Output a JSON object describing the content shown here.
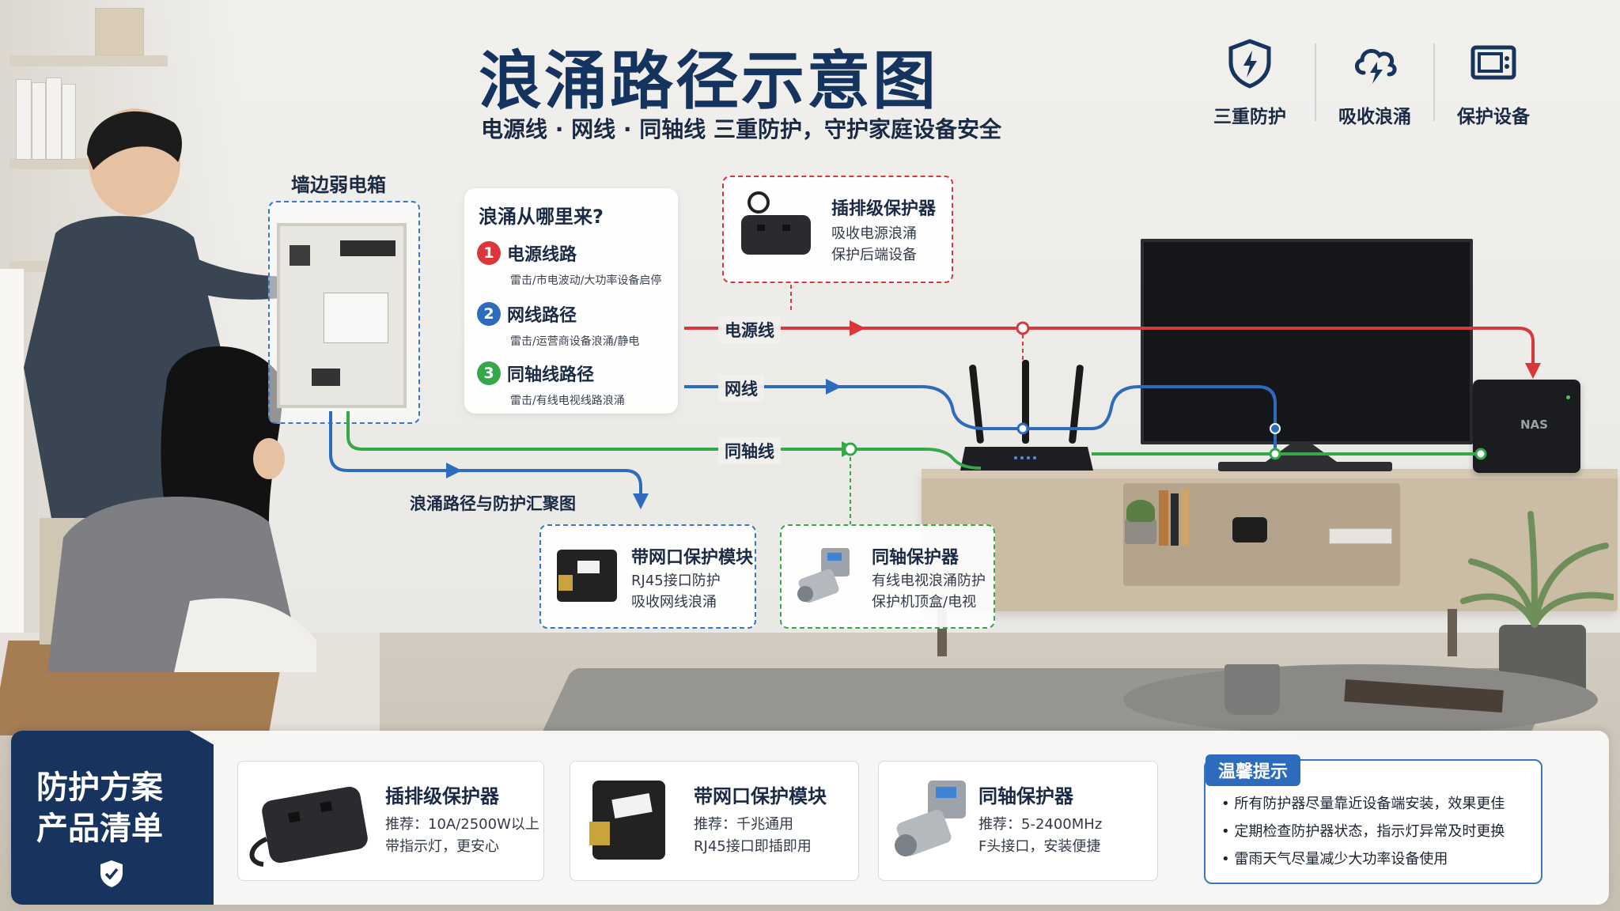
{
  "header": {
    "title": "浪涌路径示意图",
    "subtitle": "电源线 · 网线 · 同轴线 三重防护，守护家庭设备安全",
    "features": [
      {
        "icon": "shield-bolt-icon",
        "label": "三重防护"
      },
      {
        "icon": "cloud-bolt-icon",
        "label": "吸收浪涌"
      },
      {
        "icon": "device-protect-icon",
        "label": "保护设备"
      }
    ]
  },
  "weak_box": {
    "label": "墙边弱电箱"
  },
  "sources": {
    "heading": "浪涌从哪里来?",
    "items": [
      {
        "num": "1",
        "name": "电源线路",
        "desc": "雷击/市电波动/大功率设备启停",
        "color": "#d9373a"
      },
      {
        "num": "2",
        "name": "网线路径",
        "desc": "雷击/运营商设备浪涌/静电",
        "color": "#2d6bbd"
      },
      {
        "num": "3",
        "name": "同轴线路径",
        "desc": "雷击/有线电视线路浪涌",
        "color": "#35a84a"
      }
    ]
  },
  "lines": {
    "power": {
      "label": "电源线",
      "color": "#d9373a"
    },
    "network": {
      "label": "网线",
      "color": "#2d6bbd"
    },
    "coax": {
      "label": "同轴线",
      "color": "#35a84a"
    },
    "summary": "浪涌路径与防护汇聚图"
  },
  "devices": {
    "nas": "NAS"
  },
  "callouts": {
    "power_strip": {
      "title": "插排级保护器",
      "lines": [
        "吸收电源浪涌",
        "保护后端设备"
      ]
    },
    "net_module": {
      "title": "带网口保护模块",
      "lines": [
        "RJ45接口防护",
        "吸收网线浪涌"
      ]
    },
    "coax_protector": {
      "title": "同轴保护器",
      "lines": [
        "有线电视浪涌防护",
        "保护机顶盒/电视"
      ]
    }
  },
  "bottom": {
    "tag": [
      "防护方案",
      "产品清单"
    ],
    "products": [
      {
        "name": "插排级保护器",
        "spec": [
          "推荐：10A/2500W以上",
          "带指示灯，更安心"
        ]
      },
      {
        "name": "带网口保护模块",
        "spec": [
          "推荐：千兆通用",
          "RJ45接口即插即用"
        ]
      },
      {
        "name": "同轴保护器",
        "spec": [
          "推荐：5-2400MHz",
          "F头接口，安装便捷"
        ]
      }
    ],
    "tips_heading": "温馨提示",
    "tips": [
      "所有防护器尽量靠近设备端安装，效果更佳",
      "定期检查防护器状态，指示灯异常及时更换",
      "雷雨天气尽量减少大功率设备使用"
    ]
  }
}
